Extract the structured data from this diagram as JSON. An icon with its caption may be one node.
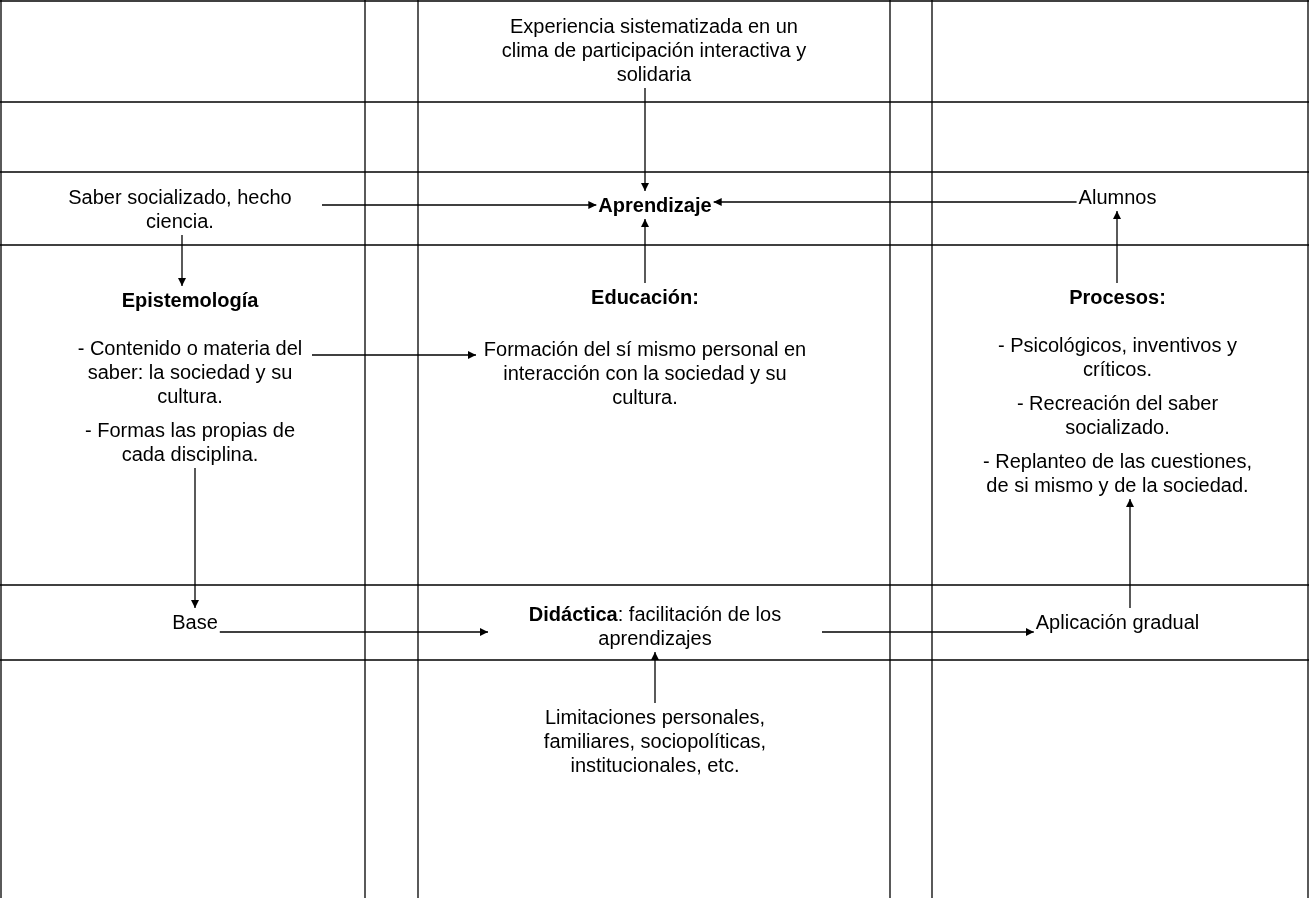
{
  "diagram": {
    "nodes": [
      {
        "text": [
          "Experiencia sistematizada en un clima de participación interactiva y solidaria"
        ]
      },
      {
        "text": [
          "Saber socializado, hecho ciencia."
        ]
      },
      {
        "text": [
          "Aprendizaje"
        ]
      },
      {
        "text": [
          "Alumnos"
        ]
      },
      {
        "text": [
          "Epistemología",
          "- Contenido o materia del saber: la sociedad y su cultura.",
          "- Formas las propias de cada disciplina."
        ]
      },
      {
        "text": [
          "Educación:",
          "Formación del sí mismo personal en interacción con la sociedad y su cultura."
        ]
      },
      {
        "text": [
          "Procesos:",
          "- Psicológicos, inventivos y críticos.",
          "- Recreación del saber socializado.",
          "- Replanteo de las cuestiones, de si mismo y de la sociedad."
        ]
      },
      {
        "text": [
          "Base"
        ]
      },
      {
        "text": [
          "**Didáctica**: facilitación de los aprendizajes"
        ]
      },
      {
        "text": [
          "Aplicación gradual"
        ]
      },
      {
        "text": [
          "Limitaciones personales, familiares, sociopolíticas, institucionales, etc."
        ]
      }
    ],
    "edges": [
      {
        "from": 0,
        "to": 2,
        "arrow": "to"
      },
      {
        "from": 1,
        "to": 2,
        "arrow": "to"
      },
      {
        "from": 3,
        "to": 2,
        "arrow": "to"
      },
      {
        "from": 5,
        "to": 2,
        "arrow": "to"
      },
      {
        "from": 1,
        "to": 4,
        "arrow": "to"
      },
      {
        "from": 4,
        "to": 5,
        "arrow": "to"
      },
      {
        "from": 6,
        "to": 3,
        "arrow": "to"
      },
      {
        "from": 4,
        "to": 7,
        "arrow": "to"
      },
      {
        "from": 7,
        "to": 8,
        "arrow": "to"
      },
      {
        "from": 8,
        "to": 9,
        "arrow": "to"
      },
      {
        "from": 9,
        "to": 6,
        "arrow": "to"
      },
      {
        "from": 10,
        "to": 8,
        "arrow": "to"
      }
    ]
  }
}
